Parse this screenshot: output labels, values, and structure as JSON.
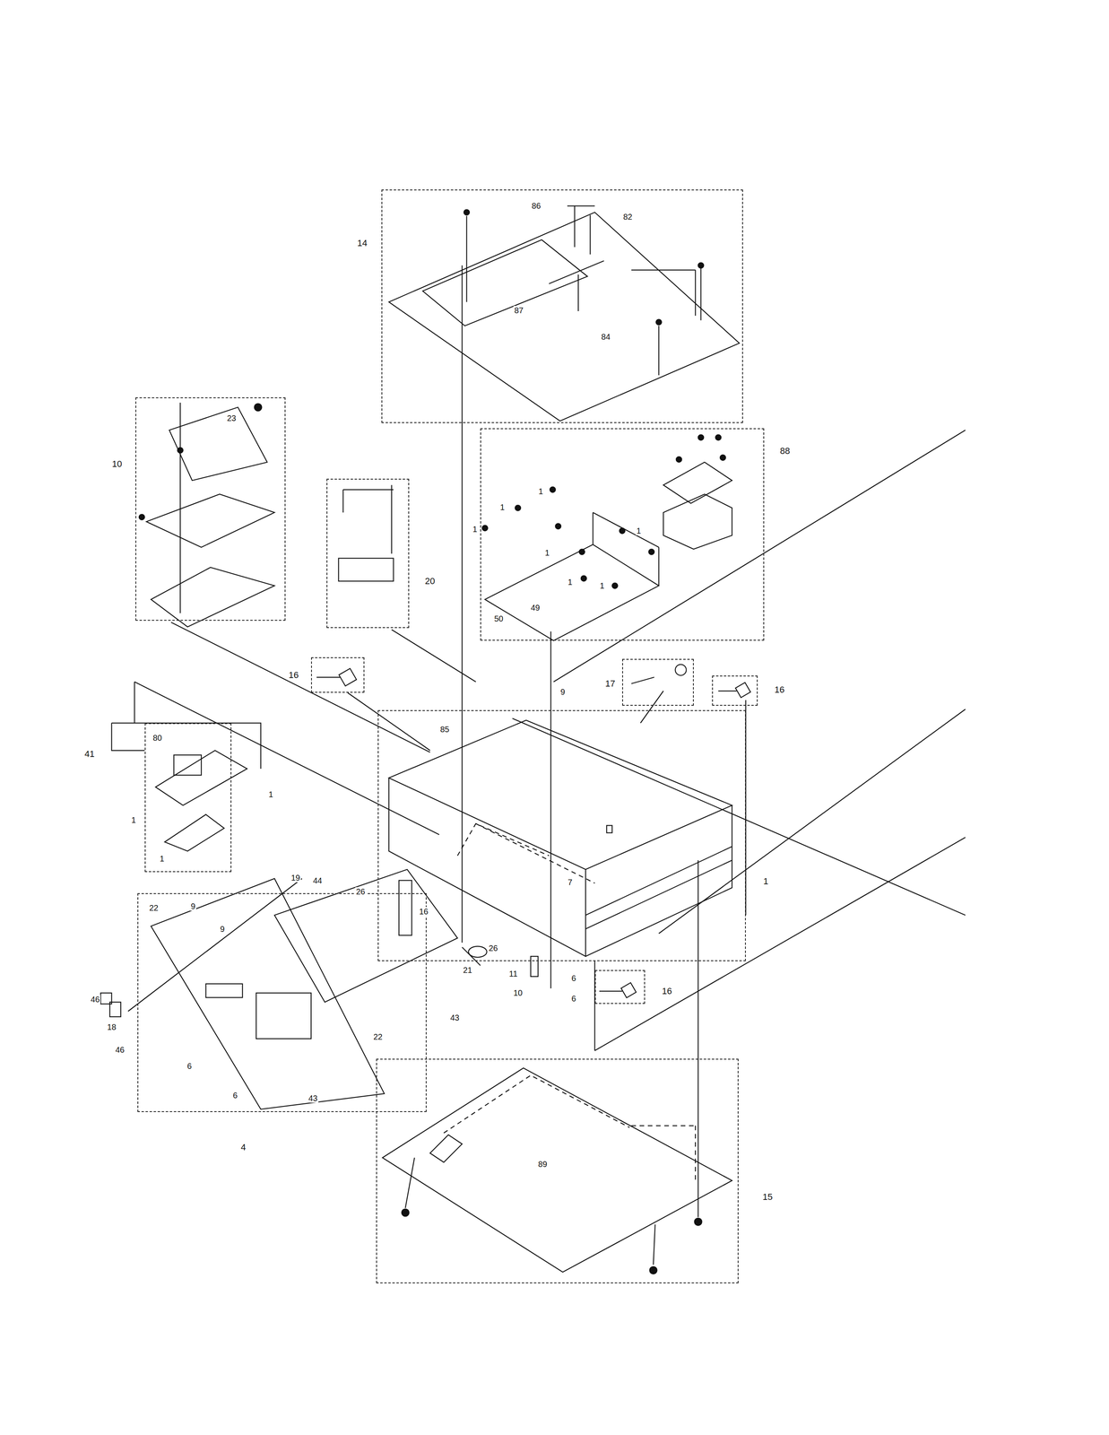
{
  "diagram": {
    "nodes": [
      {
        "text": [
          "14"
        ]
      },
      {
        "text": [
          "88"
        ]
      },
      {
        "text": [
          "10"
        ]
      },
      {
        "text": [
          "20"
        ]
      },
      {
        "text": [
          "16"
        ]
      },
      {
        "text": [
          "17"
        ]
      },
      {
        "text": [
          "16"
        ]
      },
      {
        "text": [
          "41"
        ]
      },
      {
        "text": [
          "1"
        ]
      },
      {
        "text": [
          "4"
        ]
      },
      {
        "text": [
          "16"
        ]
      },
      {
        "text": [
          "15"
        ]
      }
    ],
    "labels": [
      "86",
      "82",
      "87",
      "84",
      "1",
      "1",
      "1",
      "1",
      "1",
      "1",
      "1",
      "50",
      "49",
      "23",
      "80",
      "1",
      "1",
      "1",
      "85",
      "9",
      "7",
      "19",
      "44",
      "26",
      "22",
      "9",
      "9",
      "16",
      "21",
      "26",
      "11",
      "10",
      "6",
      "6",
      "46",
      "18",
      "46",
      "43",
      "22",
      "6",
      "6",
      "43",
      "89"
    ]
  }
}
